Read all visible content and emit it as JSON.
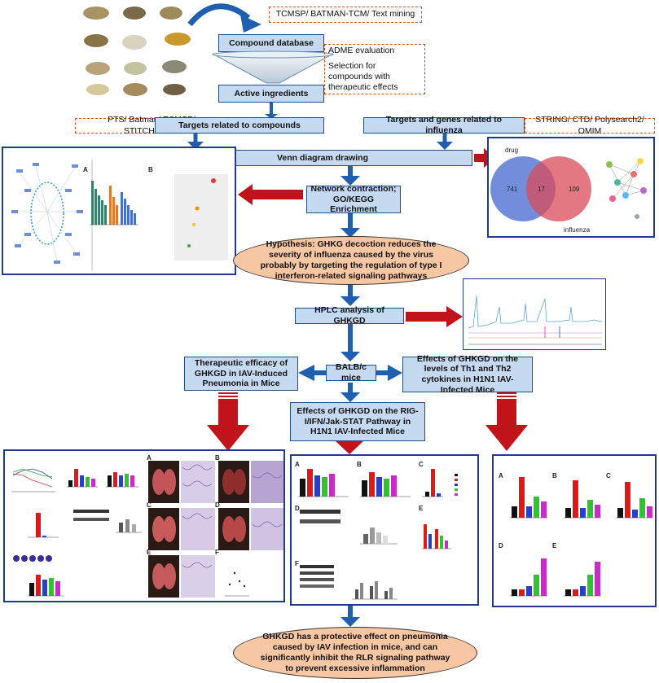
{
  "sources": {
    "compound_db": "TCMSP/ BATMAN-TCM/ Text mining",
    "compound_targets": "PTS/ Batman/ TCMSP/ STITCH/Swiss",
    "disease_targets": "STRING/ CTD/ Polysearch2/ OMIM"
  },
  "boxes": {
    "compound_database": "Compound database",
    "active_ingredients": "Active ingredients",
    "targets_compounds": "Targets related to compounds",
    "targets_influenza": "Targets and genes related to influenza",
    "venn": "Venn diagram drawing",
    "network": "Network contraction; GO/KEGG Enrichment",
    "hplc": "HPLC analysis of GHKGD",
    "therapeutic": "Therapeutic efficacy of GHKGD in IAV-Induced Pneumonia in Mice",
    "balbc": "BALB/c mice",
    "cytokines": "Effects of GHKGD on the levels of Th1 and Th2 cytokines in H1N1 IAV-Infected Mice",
    "rig": "Effects of GHKGD on the RIG-I/IFN/Jak-STAT Pathway in H1N1 IAV-Infected Mice"
  },
  "adme": {
    "line1": "ADME evaluation",
    "line2": "Selection for compounds with therapeutic effects"
  },
  "hypothesis": "Hypothesis: GHKG decoction reduces the severity of influenza caused by the virus probably by targeting the regulation of type I interferon-related signaling pathways",
  "conclusion": "GHKGD has a protective effect on pneumonia caused by IAV infection in mice, and can significantly inhibit the RLR signaling pathway to prevent excessive inflammation",
  "venn_panel": {
    "left_label": "drug",
    "right_label": "influenza",
    "left_count": "741",
    "overlap_count": "17",
    "right_count": "109"
  },
  "panel_letters": {
    "A": "A",
    "B": "B",
    "C": "C",
    "D": "D",
    "E": "E",
    "F": "F"
  }
}
